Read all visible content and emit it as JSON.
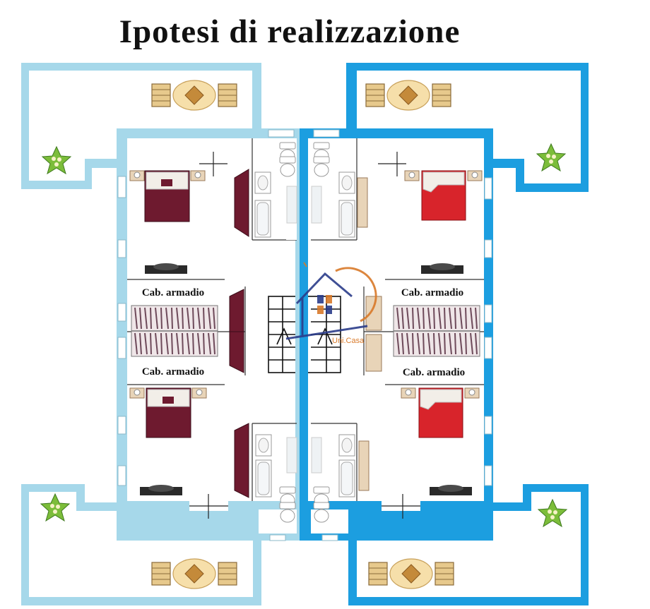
{
  "title": "Ipotesi di realizzazione",
  "labels": {
    "closet_top_left": "Cab. armadio",
    "closet_bottom_left": "Cab. armadio",
    "closet_top_right": "Cab. armadio",
    "closet_bottom_right": "Cab. armadio"
  },
  "logo": {
    "text": "Uni.Casa",
    "icon": "house-logo-icon"
  },
  "colors": {
    "wall_light": "#a6d8ea",
    "wall_blue": "#1c9ee0",
    "bed_burgundy": "#6e1a2f",
    "bed_red": "#d8242b",
    "logo_orange": "#d97a2a",
    "logo_navy": "#2b3c8a"
  }
}
